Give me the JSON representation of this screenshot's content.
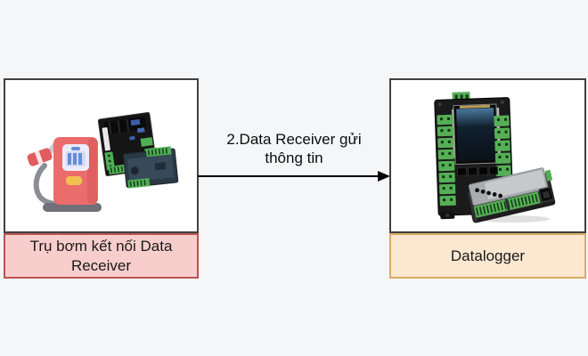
{
  "canvas": {
    "background_color": "#f5f6f7"
  },
  "left_node": {
    "label_line1": "Trụ bơm kết nối Data",
    "label_line2": "Receiver",
    "fill_color": "#f8cecc",
    "border_color": "#b85450",
    "images": [
      "fuel-pump-icon",
      "circuit-boards-icon"
    ]
  },
  "right_node": {
    "label": "Datalogger",
    "fill_color": "#fce8d0",
    "border_color": "#d5ad62",
    "images": [
      "datalogger-icon"
    ]
  },
  "arrow": {
    "label_line1": "2.Data Receiver gửi",
    "label_line2": "thông tin",
    "color": "#000000",
    "direction": "left-to-right"
  }
}
